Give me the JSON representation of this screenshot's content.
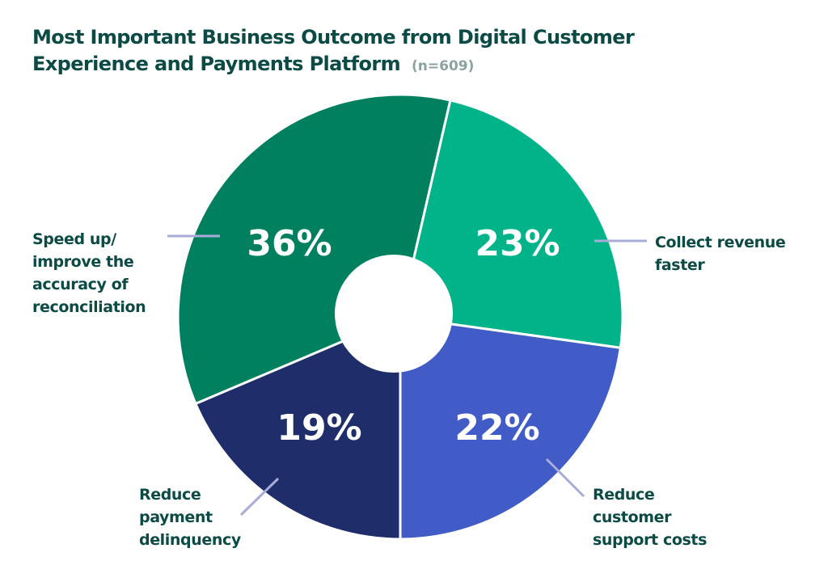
{
  "chart_data": {
    "type": "pie",
    "style": "donut",
    "title": "Most Important Business Outcome from Digital Customer Experience and Payments Platform",
    "subtitle": "(n=609)",
    "categories": [
      "Collect revenue faster",
      "Reduce customer support costs",
      "Reduce payment delinquency",
      "Speed up/ improve the accuracy of reconciliation"
    ],
    "values": [
      23,
      22,
      19,
      36
    ],
    "value_labels": [
      "23%",
      "22%",
      "19%",
      "36%"
    ],
    "colors": [
      "#00b388",
      "#425cc7",
      "#1f2e6b",
      "#00805e"
    ],
    "legend": "none (direct labels with leader lines)"
  },
  "title": {
    "main_line1": "Most Important Business Outcome from Digital Customer",
    "main_line2": "Experience and Payments Platform",
    "sample": "(n=609)"
  },
  "labels": {
    "collect": {
      "line1": "Collect revenue",
      "line2": "faster"
    },
    "support": {
      "line1": "Reduce",
      "line2": "customer",
      "line3": "support costs"
    },
    "delinquency": {
      "line1": "Reduce",
      "line2": "payment",
      "line3": "delinquency"
    },
    "reconciliation": {
      "line1": "Speed up/",
      "line2": "improve the",
      "line3": "accuracy of",
      "line4": "reconciliation"
    }
  },
  "slices": {
    "collect": "23%",
    "support": "22%",
    "delinquency": "19%",
    "reconciliation": "36%"
  },
  "colors": {
    "title": "#0b4a45",
    "subtitle": "#8aa3a0",
    "leader": "#a9acd8"
  }
}
